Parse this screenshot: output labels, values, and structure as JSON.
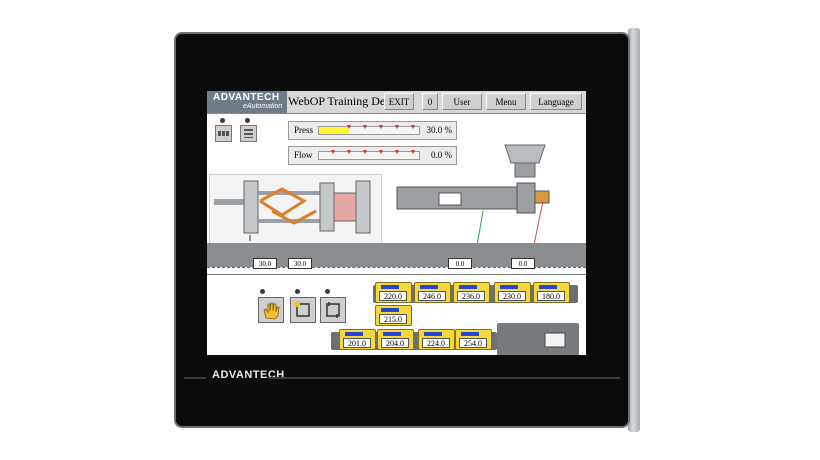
{
  "bezel": {
    "logo": "ADVANTECH"
  },
  "app": {
    "brand": "ADVANTECH",
    "brand_sub": "eAutomation",
    "title": "WebOP Training Demo",
    "buttons": {
      "exit": "EXIT",
      "counter": "0",
      "user": "User",
      "menu": "Menu",
      "language": "Language"
    }
  },
  "gauges": {
    "press": {
      "label": "Press",
      "value": "30.0",
      "unit": "%",
      "level": 0.3
    },
    "flow": {
      "label": "Flow",
      "value": "0.0",
      "unit": "%",
      "level": 0.0
    }
  },
  "positions": [
    "30.0",
    "30.0",
    "0.0",
    "0.0"
  ],
  "heaters_row1": [
    "220.0",
    "246.0",
    "236.0",
    "230.0",
    "180.0"
  ],
  "heater_mid": "215.0",
  "heaters_row2": [
    "201.0",
    "204.0",
    "224.0",
    "254.0"
  ],
  "icons": [
    "hand-icon",
    "cycle-icon",
    "auto-icon"
  ],
  "colors": {
    "heater": "#f7d83a",
    "heater_indicator": "#2346d8",
    "gauge_fill": "#fff533",
    "brand": "#6f7b87"
  }
}
